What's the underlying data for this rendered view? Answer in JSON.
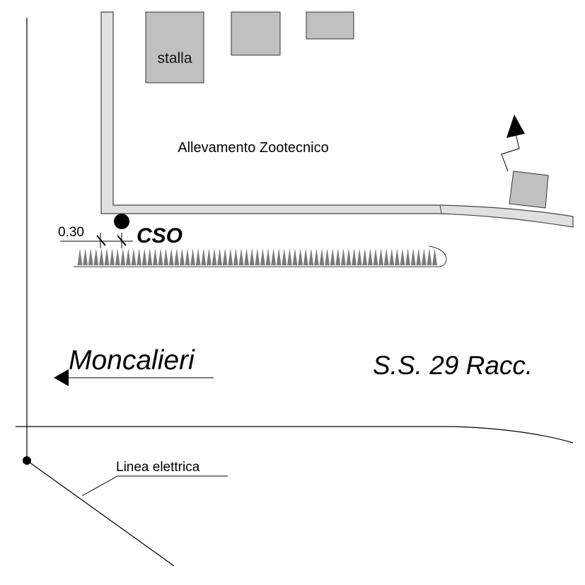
{
  "labels": {
    "building": "stalla",
    "farm": "Allevamento Zootecnico",
    "dimension": "0.30",
    "sensor": "CSO",
    "town": "Moncalieri",
    "road": "S.S. 29 Racc.",
    "power_line": "Linea elettrica"
  },
  "colors": {
    "building_fill": "#c0c0c0",
    "wall_fill": "#e0e0e0",
    "line": "#000000",
    "hedge": "#7a7a7a"
  }
}
